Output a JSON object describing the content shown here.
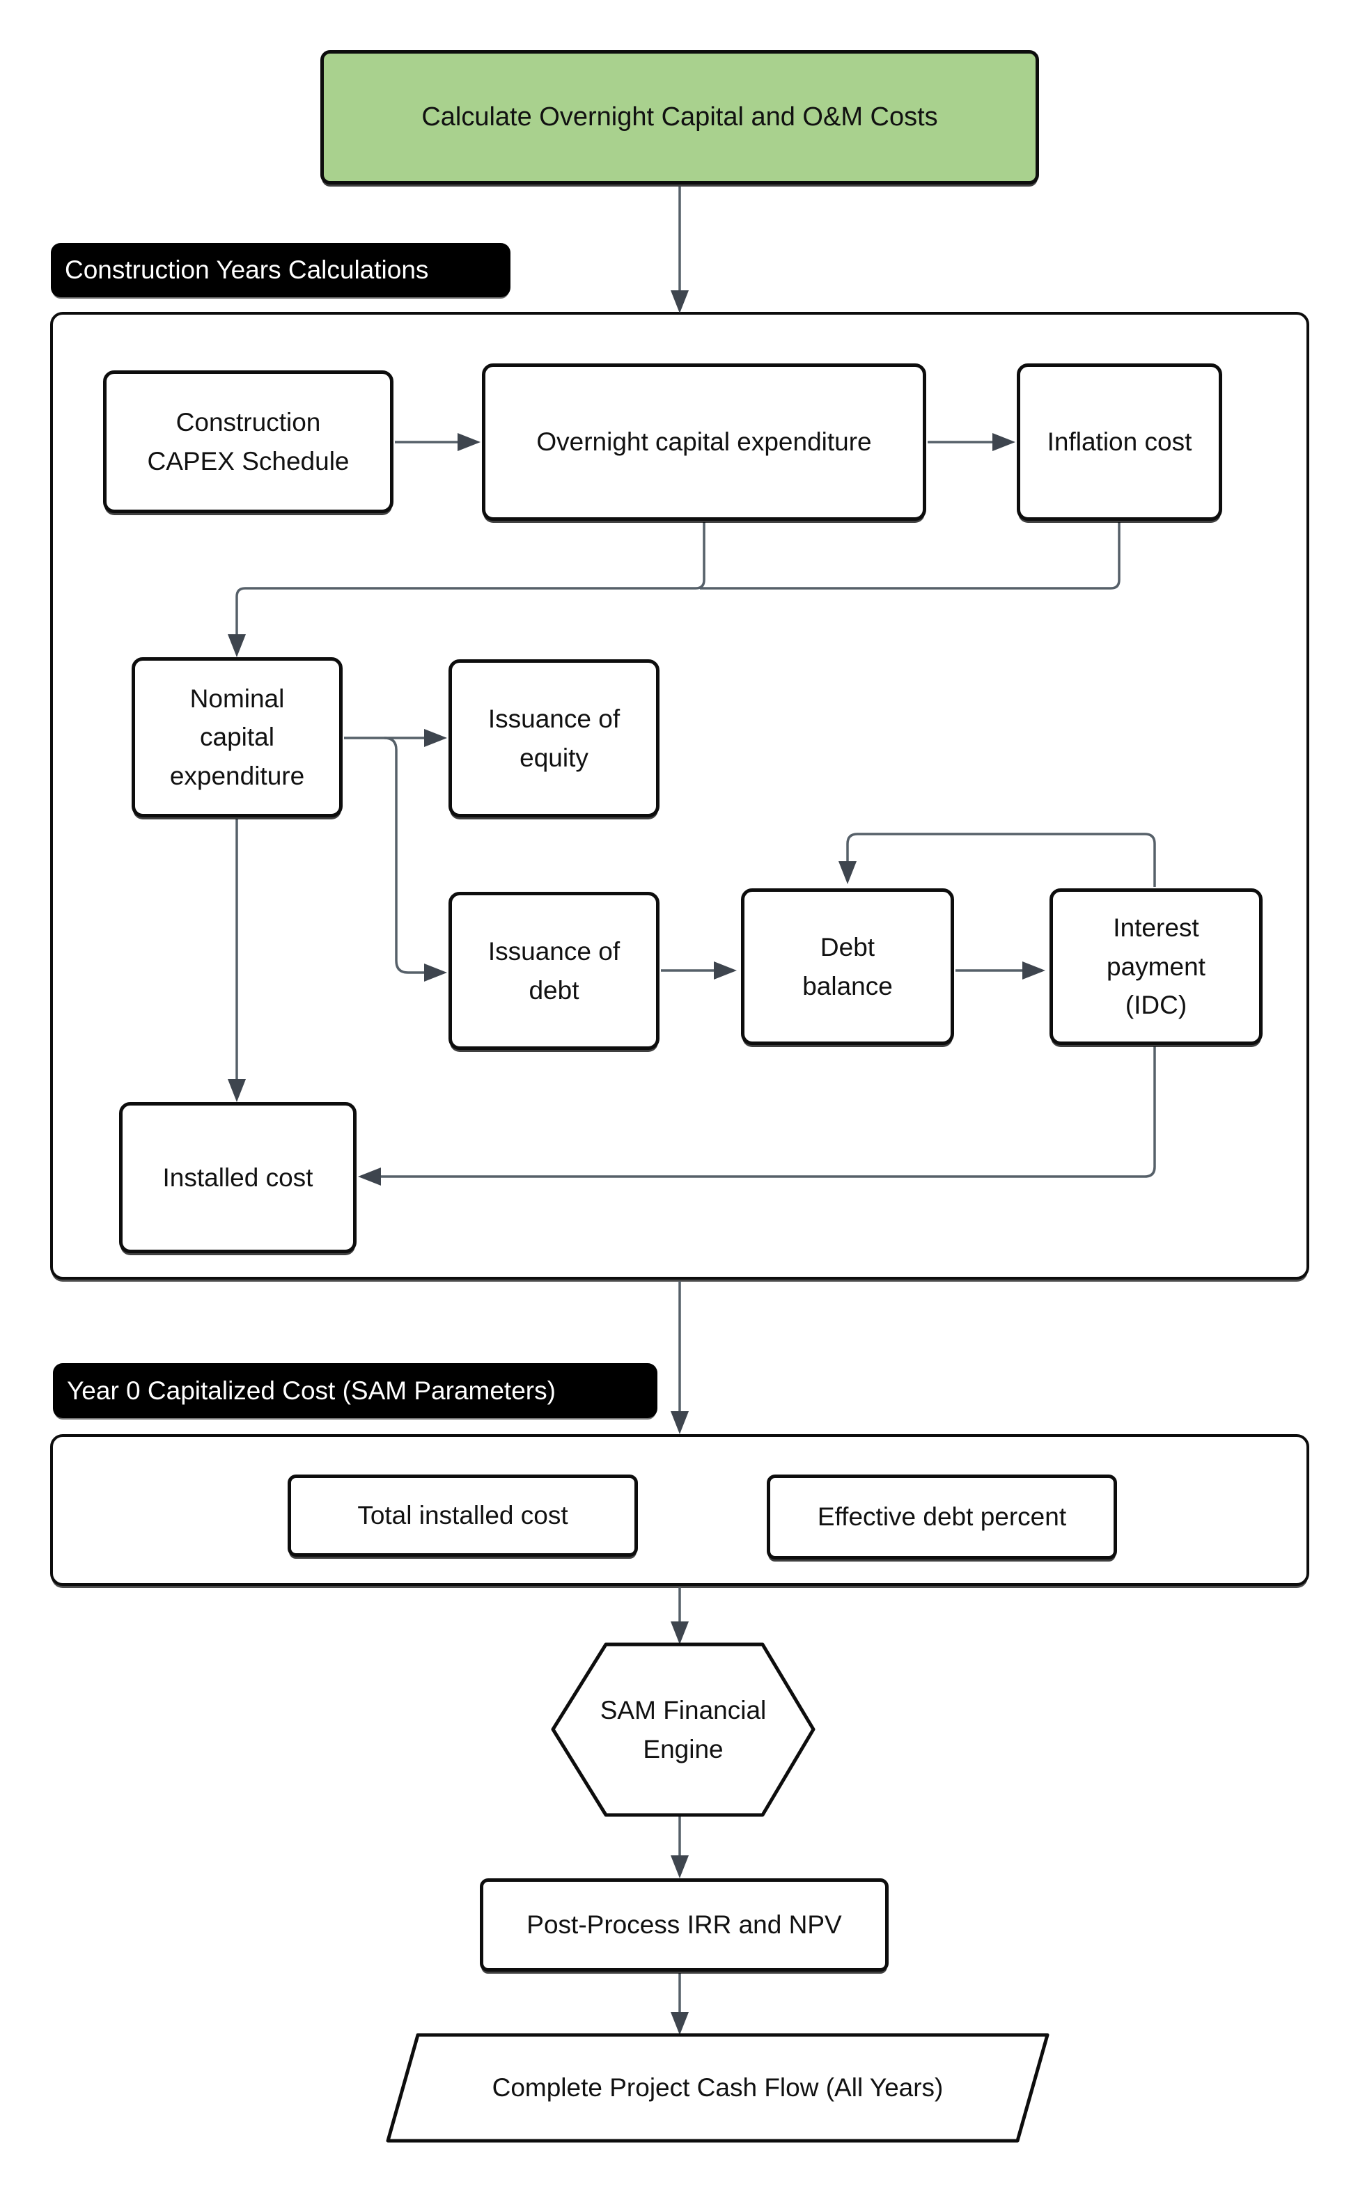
{
  "diagram": {
    "start_node": {
      "label": "Calculate Overnight Capital and O&M Costs"
    },
    "sections": {
      "construction": {
        "label": "Construction Years Calculations"
      },
      "year0": {
        "label": "Year 0 Capitalized Cost (SAM Parameters)"
      }
    },
    "nodes": {
      "capex_schedule": {
        "label": "Construction CAPEX Schedule"
      },
      "overnight_capex": {
        "label": "Overnight capital expenditure"
      },
      "inflation_cost": {
        "label": "Inflation cost"
      },
      "nominal_capex": {
        "label": "Nominal capital expenditure"
      },
      "issuance_equity": {
        "label": "Issuance of equity"
      },
      "issuance_debt": {
        "label": "Issuance of debt"
      },
      "debt_balance": {
        "label": "Debt balance"
      },
      "interest_payment": {
        "label": "Interest payment (IDC)"
      },
      "installed_cost": {
        "label": "Installed cost"
      },
      "total_installed_cost": {
        "label": "Total installed cost"
      },
      "effective_debt_percent": {
        "label": "Effective debt percent"
      },
      "sam_financial_engine": {
        "label": "SAM Financial Engine"
      },
      "post_process": {
        "label": "Post-Process IRR and NPV"
      },
      "cash_flow": {
        "label": "Complete Project Cash Flow (All Years)"
      }
    },
    "colors": {
      "start_fill": "#a9d18e",
      "section_bg": "#000000",
      "section_text": "#ffffff",
      "node_fill": "#ffffff",
      "node_border": "#0d0d0d",
      "edge": "#566069",
      "arrowhead": "#3e454e",
      "background": "#ffffff"
    }
  }
}
